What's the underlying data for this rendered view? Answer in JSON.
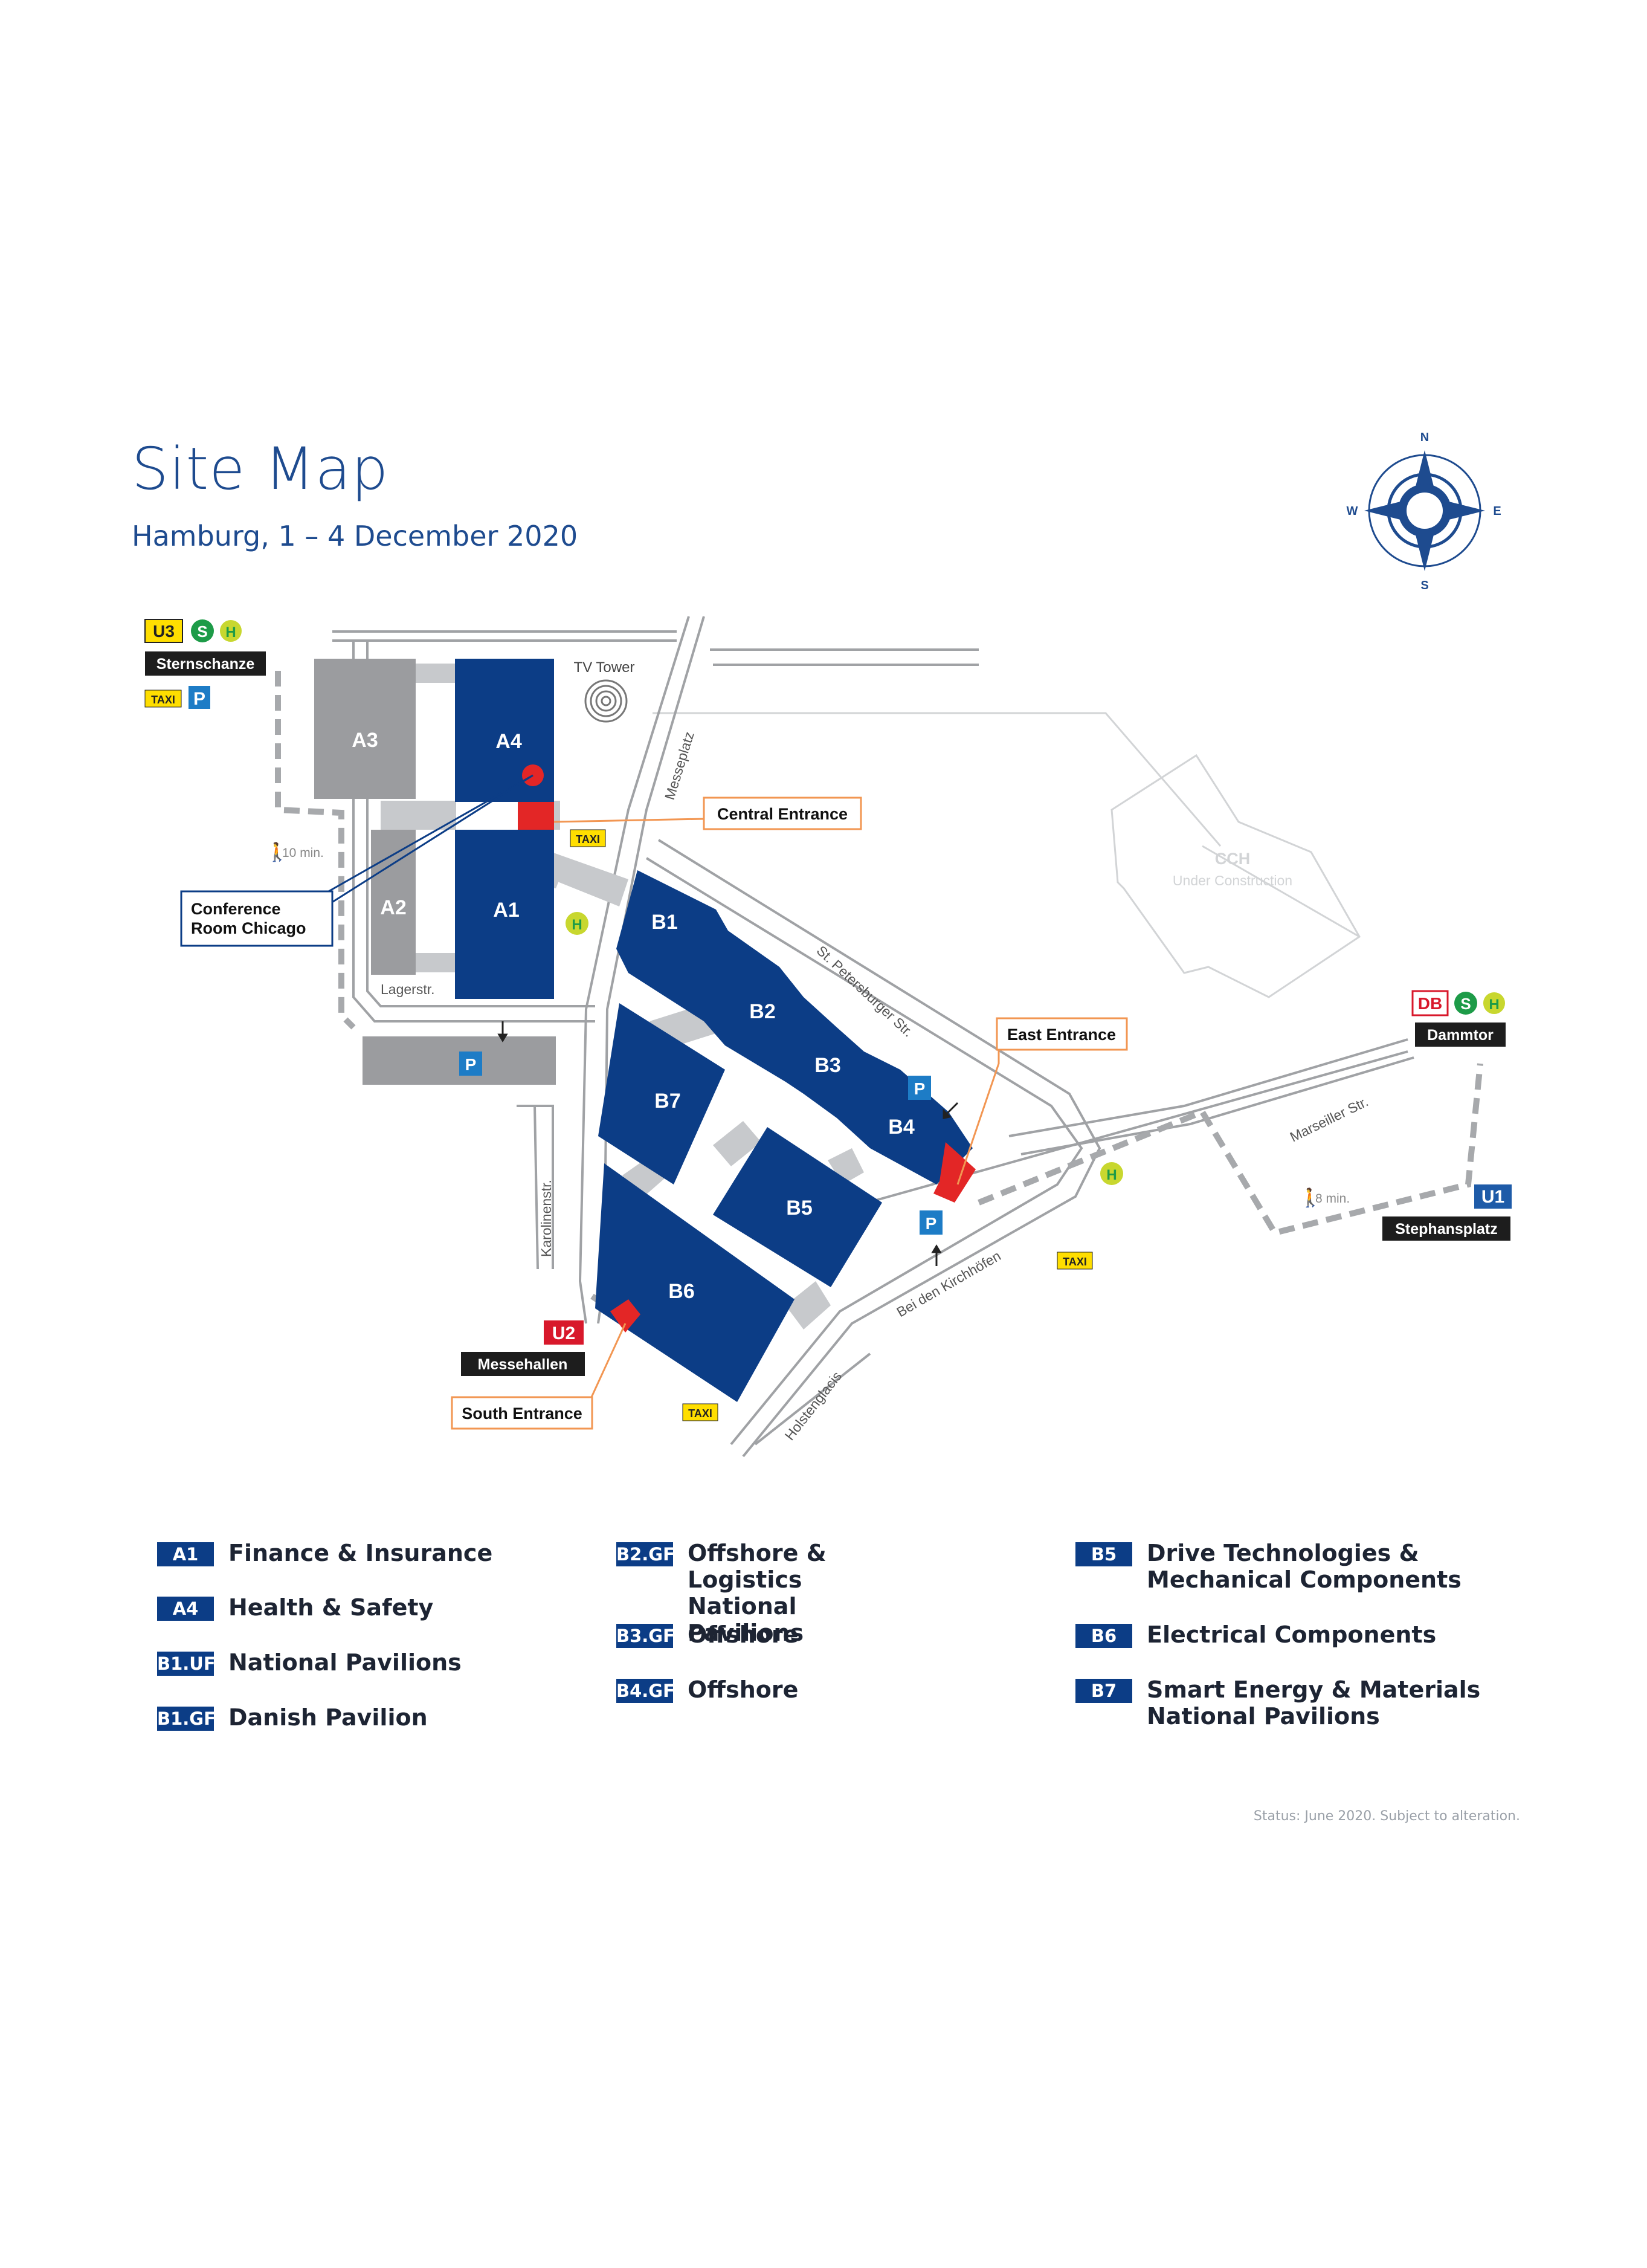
{
  "header": {
    "title": "Site Map",
    "subtitle": "Hamburg, 1 – 4 December 2020"
  },
  "compass": {
    "n": "N",
    "s": "S",
    "e": "E",
    "w": "W"
  },
  "colors": {
    "hall": "#0c3d86",
    "hall_grey": "#9b9c9f",
    "road": "#9a9c9f",
    "path": "#c7c9cc",
    "entrance": "#e32626",
    "callout": "#f29652",
    "taxi": "#ffde00",
    "parking": "#1d7cc6",
    "u2": "#d8182b",
    "u1": "#1e5ba8",
    "station": "#1d1d1d",
    "h": "#c8d72f"
  },
  "halls": {
    "a1": "A1",
    "a2": "A2",
    "a3": "A3",
    "a4": "A4",
    "b1": "B1",
    "b2": "B2",
    "b3": "B3",
    "b4": "B4",
    "b5": "B5",
    "b6": "B6",
    "b7": "B7"
  },
  "labels": {
    "tv_tower": "TV Tower",
    "cch": "CCH",
    "cch_sub": "Under Construction",
    "messeplatz": "Messeplatz",
    "st_petersburger": "St. Petersburger Str.",
    "lagerstr": "Lagerstr.",
    "karolinenstr": "Karolinenstr.",
    "bei_den_kirchhoefen": "Bei den Kirchhöfen",
    "holstenglacis": "Holstenglacis",
    "marseiller": "Marseiller Str.",
    "walk_10": "10 min.",
    "walk_8": "8 min."
  },
  "callouts": {
    "central": "Central Entrance",
    "east": "East Entrance",
    "south": "South Entrance",
    "conference_1": "Conference",
    "conference_2": "Room Chicago"
  },
  "stations": {
    "sternschanze": "Sternschanze",
    "dammtor": "Dammtor",
    "stephansplatz": "Stephansplatz",
    "messehallen": "Messehallen",
    "u3": "U3",
    "u2": "U2",
    "u1": "U1",
    "db": "DB",
    "s": "S",
    "h": "H"
  },
  "icons": {
    "taxi": "TAXI",
    "parking": "P"
  },
  "legend": [
    {
      "code": "A1",
      "label": "Finance & Insurance"
    },
    {
      "code": "A4",
      "label": "Health & Safety"
    },
    {
      "code": "B1.UF",
      "label": "National Pavilions"
    },
    {
      "code": "B1.GF",
      "label": "Danish Pavilion"
    },
    {
      "code": "B2.GF",
      "label": "Offshore & Logistics National Pavilions"
    },
    {
      "code": "B3.GF",
      "label": "Offshore"
    },
    {
      "code": "B4.GF",
      "label": "Offshore"
    },
    {
      "code": "B5",
      "label": "Drive Technologies & Mechanical Components"
    },
    {
      "code": "B6",
      "label": "Electrical Components"
    },
    {
      "code": "B7",
      "label": "Smart Energy & Materials National Pavilions"
    }
  ],
  "footer": {
    "status": "Status: June 2020. Subject to alteration."
  }
}
